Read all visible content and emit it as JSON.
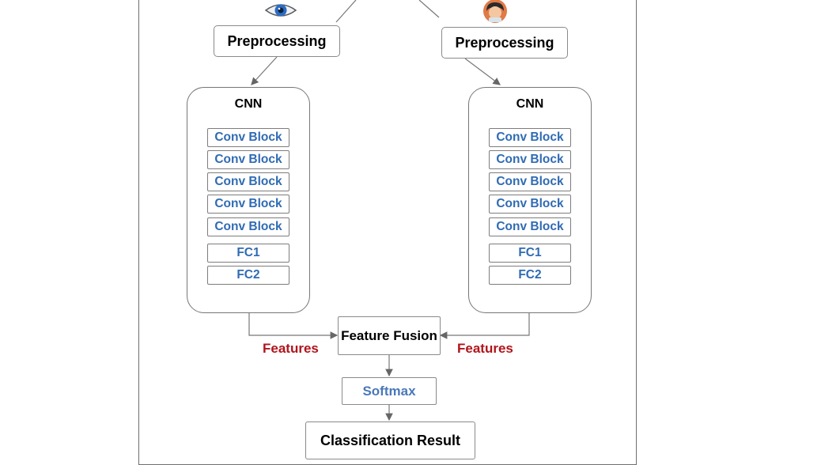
{
  "branches": {
    "left": {
      "preprocessing": "Preprocessing",
      "cnn_title": "CNN",
      "blocks": [
        "Conv Block",
        "Conv Block",
        "Conv Block",
        "Conv Block",
        "Conv Block",
        "FC1",
        "FC2"
      ]
    },
    "right": {
      "preprocessing": "Preprocessing",
      "cnn_title": "CNN",
      "blocks": [
        "Conv Block",
        "Conv Block",
        "Conv Block",
        "Conv Block",
        "Conv Block",
        "FC1",
        "FC2"
      ]
    }
  },
  "features_label_left": "Features",
  "features_label_right": "Features",
  "fusion": "Feature Fusion",
  "softmax": "Softmax",
  "result": "Classification Result",
  "icons": {
    "left": "eye-icon",
    "right": "face-icon"
  },
  "colors": {
    "block_text": "#2f6bb3",
    "features_text": "#b0141c",
    "softmax_text": "#4a78b8"
  }
}
